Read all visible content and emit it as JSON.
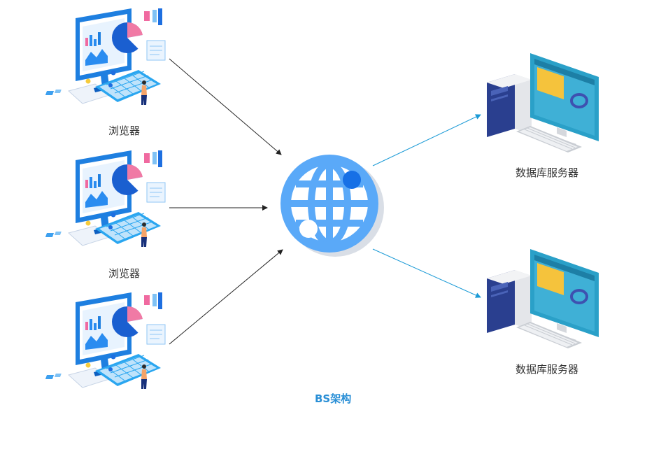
{
  "diagram": {
    "caption": "BS架构",
    "browsers": [
      {
        "label": "浏览器"
      },
      {
        "label": "浏览器"
      },
      {
        "label": ""
      }
    ],
    "servers": [
      {
        "label": "数据库服务器"
      },
      {
        "label": "数据库服务器"
      }
    ],
    "hub": {
      "icon": "globe-icon"
    }
  },
  "colors": {
    "browser_arrow": "#222222",
    "server_arrow": "#1a9ad6",
    "globe_main": "#5aa9f8",
    "globe_shadow": "#d6dbe3",
    "globe_dot": "#1670e6",
    "caption": "#2a8fd6"
  }
}
